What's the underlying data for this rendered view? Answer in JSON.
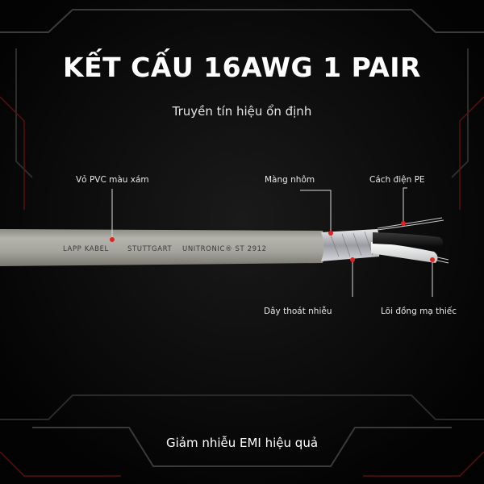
{
  "header": {
    "title": "KẾT CẤU 16AWG 1 PAIR",
    "subtitle": "Truyền tín hiệu ổn định"
  },
  "cable": {
    "print_parts": [
      "LAPP KABEL",
      "STUTTGART",
      "UNITRONIC® ST 2912"
    ]
  },
  "callouts": {
    "outer_jacket": "Vỏ PVC màu xám",
    "foil_shield": "Màng nhôm",
    "pe_insulation": "Cách điện PE",
    "drain_wire": "Dây thoát nhiễu",
    "tinned_core": "Lõi đồng mạ thiếc"
  },
  "footer": {
    "tagline": "Giảm nhiễu EMI hiệu quả"
  },
  "colors": {
    "background": "#050505",
    "accent_red": "#d6201f",
    "jacket_gray": "#a9a89f"
  }
}
